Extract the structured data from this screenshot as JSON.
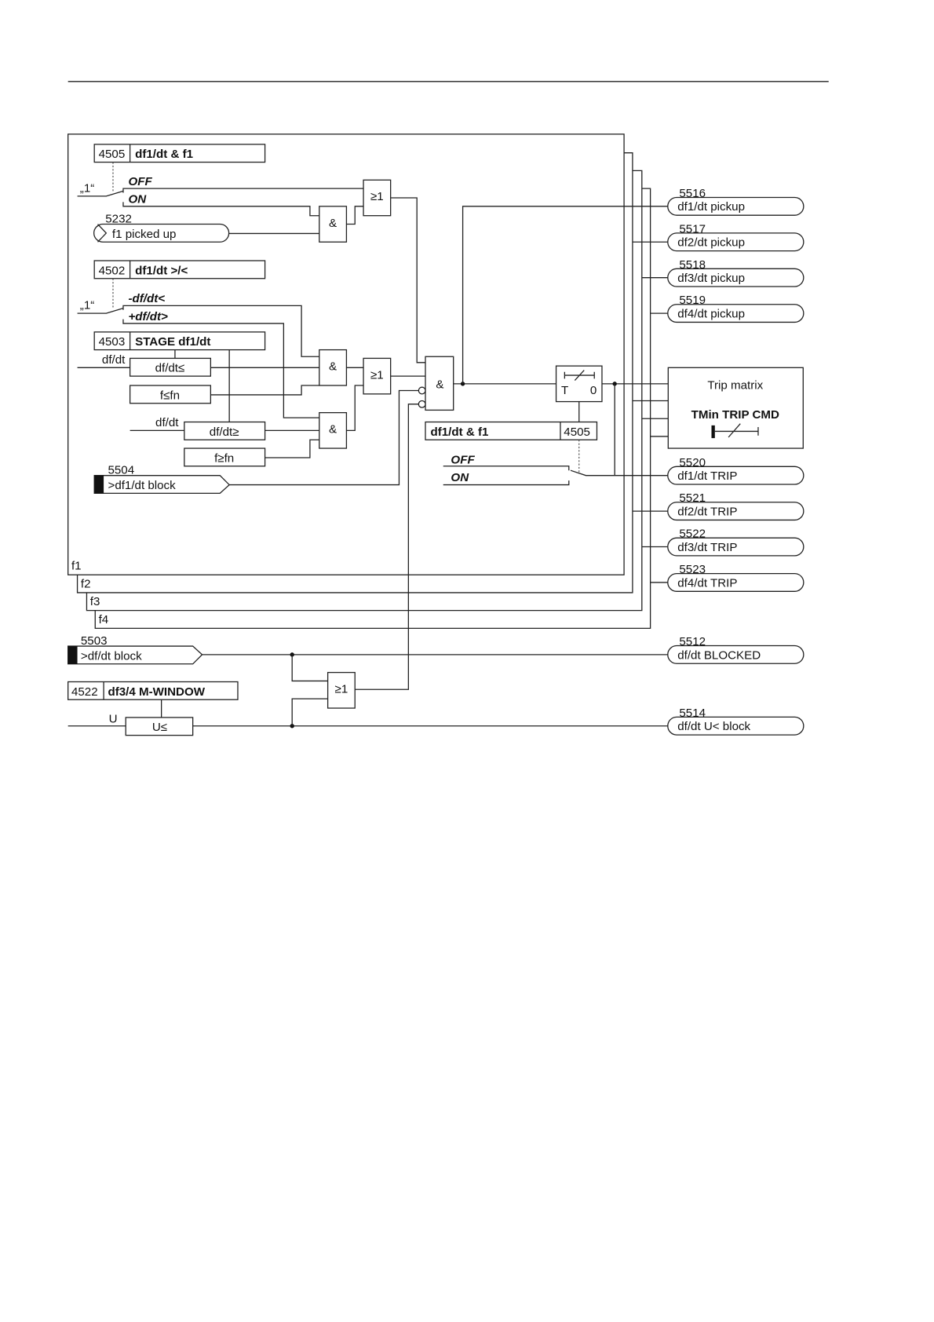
{
  "settings": {
    "s4505": {
      "num": "4505",
      "name": "df1/dt & f1"
    },
    "s4502": {
      "num": "4502",
      "name": "df1/dt >/<"
    },
    "s4503": {
      "num": "4503",
      "name": "STAGE df1/dt"
    },
    "s4505b": {
      "num": "4505",
      "name": "df1/dt & f1"
    },
    "s4522": {
      "num": "4522",
      "name": "df3/4 M-WINDOW"
    }
  },
  "switches": {
    "one": "„1“",
    "off": "OFF",
    "on": "ON",
    "minus": "-df/dt<",
    "plus": "+df/dt>"
  },
  "inputs": {
    "f1_picked": {
      "num": "5232",
      "label": "f1 picked up"
    },
    "df1_block": {
      "num": "5504",
      "label": ">df1/dt block"
    },
    "df_block": {
      "num": "5503",
      "label": ">df/dt block"
    }
  },
  "signals": {
    "dfdt": "df/dt",
    "u": "U",
    "f1": "f1",
    "f2": "f2",
    "f3": "f3",
    "f4": "f4"
  },
  "blocks": {
    "dfdt_le": "df/dt≤",
    "f_le_fn": "f≤fn",
    "dfdt_ge": "df/dt≥",
    "f_ge_fn": "f≥fn",
    "u_le": "U≤",
    "and": "&",
    "or": "≥1",
    "timer_t": "T",
    "timer_0": "0"
  },
  "trip_matrix": {
    "title": "Trip matrix",
    "cmd": "TMin TRIP CMD"
  },
  "outputs": [
    {
      "num": "5516",
      "label": "df1/dt pickup"
    },
    {
      "num": "5517",
      "label": "df2/dt pickup"
    },
    {
      "num": "5518",
      "label": "df3/dt pickup"
    },
    {
      "num": "5519",
      "label": "df4/dt pickup"
    },
    {
      "num": "5520",
      "label": "df1/dt TRIP"
    },
    {
      "num": "5521",
      "label": "df2/dt TRIP"
    },
    {
      "num": "5522",
      "label": "df3/dt TRIP"
    },
    {
      "num": "5523",
      "label": "df4/dt TRIP"
    },
    {
      "num": "5512",
      "label": "df/dt BLOCKED"
    },
    {
      "num": "5514",
      "label": "df/dt U< block"
    }
  ]
}
